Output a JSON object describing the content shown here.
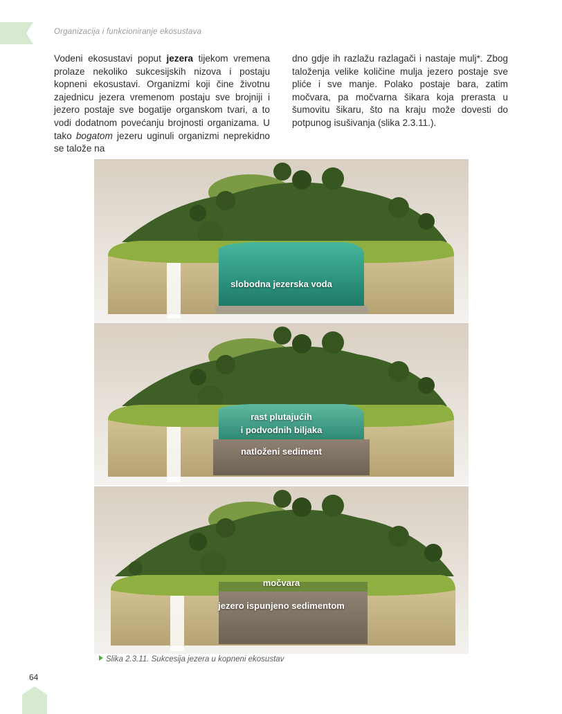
{
  "header": {
    "running_head": "Organizacija i funkcioniranje ekosustava"
  },
  "body_text": {
    "left_p1": "Vodeni ekosustavi poput ",
    "left_bold": "jezera",
    "left_p2": " tijekom vremena prolaze nekoliko sukcesijskih nizova i postaju kopneni ekosustavi. Organizmi koji čine životnu zajednicu jezera vremenom postaju sve brojniji i jezero postaje sve bogatije organskom tvari, a to vodi dodatnom povećanju brojnosti organizama. U tako ",
    "left_italic": "bogatom",
    "left_p3": " jezeru uginuli organizmi neprekidno se talože na",
    "right": "dno gdje ih razlažu razlagači i nastaje mulj*. Zbog taloženja velike količine mulja jezero postaje sve pliće i sve manje. Polako postaje bara, zatim močvara, pa močvarna šikara koja prerasta u šumovitu šikaru, što na kraju može dovesti do potpunog isušivanja (slika 2.3.11.)."
  },
  "figure": {
    "stage1": {
      "label": "slobodna jezerska voda"
    },
    "stage2": {
      "label_line1": "rast plutajućih",
      "label_line2": "i podvodnih biljaka",
      "label_sediment": "natloženi sediment"
    },
    "stage3": {
      "label_marsh": "močvara",
      "label_sediment": "jezero ispunjeno sedimentom"
    }
  },
  "caption": "Slika 2.3.11. Sukcesija jezera u kopneni ekosustav",
  "page_number": "64",
  "colors": {
    "accent_green": "#5aa84a",
    "tab_green": "#d7ead0",
    "water": "#2f9f86",
    "grass": "#8fb040",
    "cliff": "#cbbb8c",
    "trees": "#3a5a22"
  }
}
